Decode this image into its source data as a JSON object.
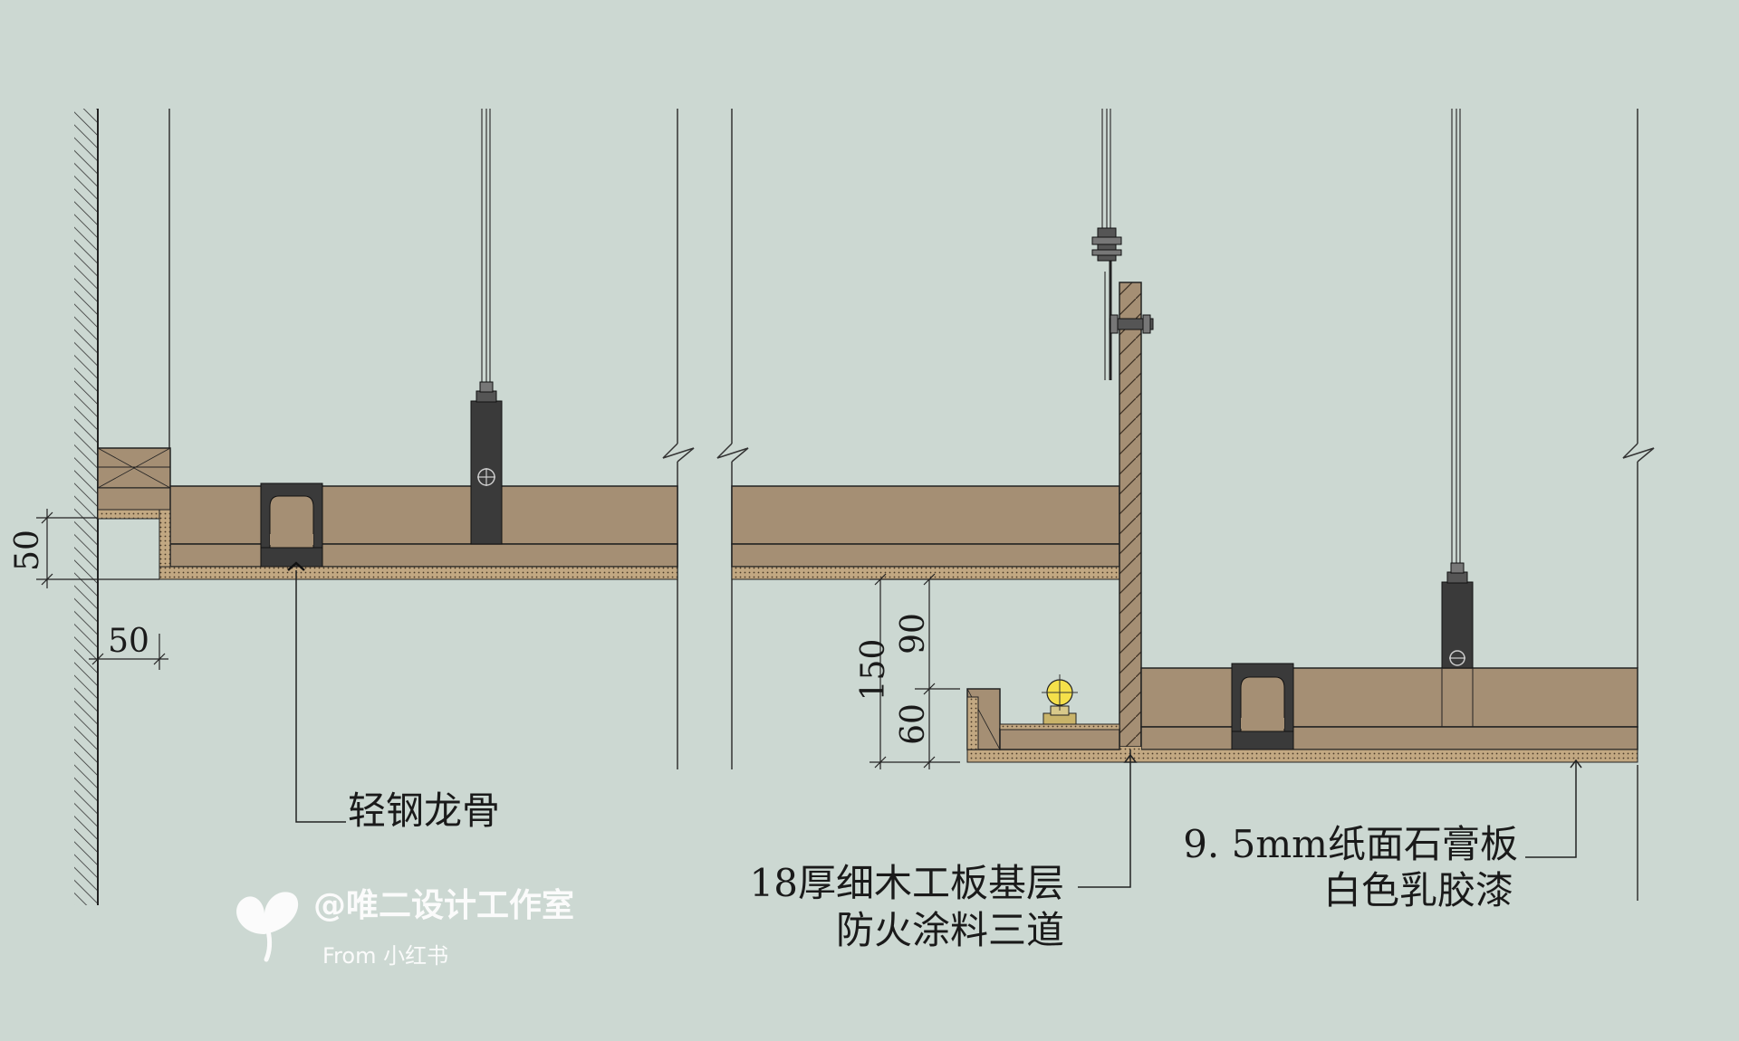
{
  "dimensions": {
    "wall_offset_vertical": "50",
    "wall_offset_horizontal": "50",
    "step_total": "150",
    "step_upper": "90",
    "step_lower": "60"
  },
  "callouts": {
    "keel": "轻钢龙骨",
    "base_line1": "18厚细木工板基层",
    "base_line2": "防火涂料三道",
    "board_line1": "9. 5mm纸面石膏板",
    "board_line2": "白色乳胶漆"
  },
  "watermark": {
    "handle": "@唯二设计工作室",
    "source": "From 小红书"
  },
  "colors": {
    "background": "#ccd8d2",
    "wood": "#a58f74",
    "gypsum": "#c2a882",
    "keel": "#3a3a3a",
    "line": "#222222"
  }
}
